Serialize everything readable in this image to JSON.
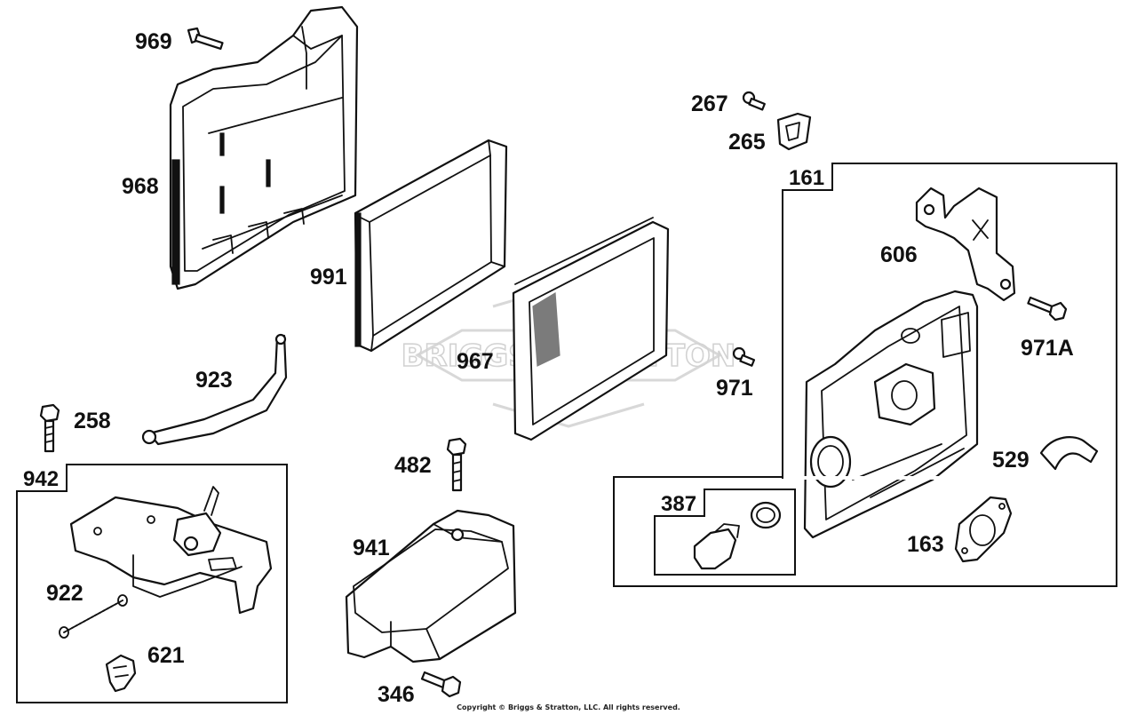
{
  "watermark": "BRIGGS&STRATTON",
  "copyright": "Copyright © Briggs & Stratton, LLC. All rights reserved.",
  "groups": {
    "g161": "161",
    "g942": "942",
    "g387": "387"
  },
  "labels": {
    "p969": "969",
    "p968": "968",
    "p991": "991",
    "p967": "967",
    "p923": "923",
    "p258": "258",
    "p482": "482",
    "p941": "941",
    "p346": "346",
    "p922": "922",
    "p621": "621",
    "p267": "267",
    "p265": "265",
    "p606": "606",
    "p971A": "971A",
    "p971": "971",
    "p529": "529",
    "p163": "163"
  }
}
